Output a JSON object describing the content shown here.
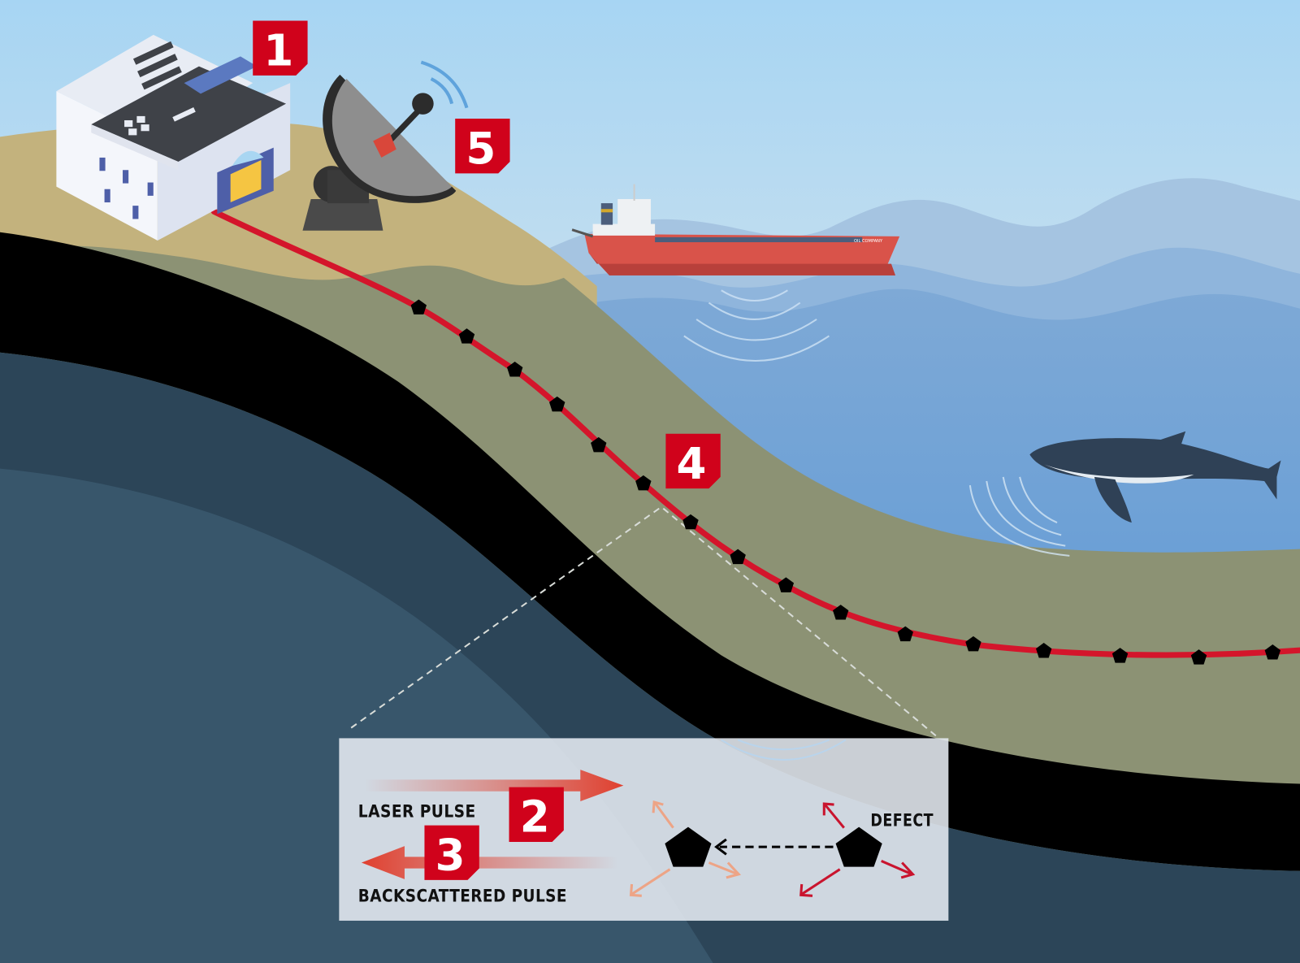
{
  "title": "Subsea fiber optic cable distributed sensing diagram",
  "badges": {
    "facility": "1",
    "laser": "2",
    "backscatter": "3",
    "cable": "4",
    "satellite": "5"
  },
  "inset": {
    "laser_pulse_label": "LASER PULSE",
    "backscattered_pulse_label": "BACKSCATTERED PULSE",
    "defect_label": "DEFECT"
  },
  "ship": {
    "hull_text": "OIL COMPANY"
  },
  "colors": {
    "badge": "#d0021b",
    "cable": "#d4152b",
    "sky_top": "#a9d6f2",
    "sea": "#6fa3d6",
    "seabed": "#8c9274",
    "land": "#c3b27d",
    "crust": "#000000",
    "deep": "#2c4558"
  }
}
